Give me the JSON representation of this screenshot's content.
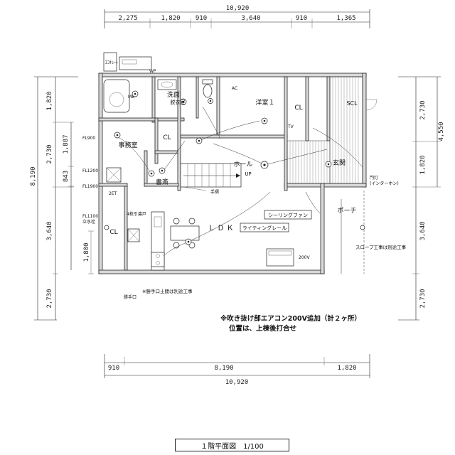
{
  "top_dimensions": {
    "total": "10,920",
    "segments": [
      "2,275",
      "1,820",
      "910",
      "3,640",
      "910",
      "1,365"
    ]
  },
  "bottom_dimensions": {
    "total": "10,920",
    "segments": [
      "910",
      "8,190",
      "1,820"
    ]
  },
  "left_dimensions": {
    "total": "8,190",
    "outer": [
      "1,820",
      "2,730",
      "3,640",
      "2,730"
    ],
    "inner": [
      "1,887",
      "843",
      "1,800"
    ]
  },
  "right_dimensions": {
    "total": "4,550",
    "outer": [
      "2,730",
      "1,820",
      "3,640",
      "2,730"
    ]
  },
  "rooms": {
    "washroom": "洗面",
    "dressing": "脱衣室",
    "western1": "洋室１",
    "office": "事務室",
    "hall": "ホール",
    "entrance": "玄関",
    "study": "書斎",
    "ldk": "ＬＤＫ",
    "porch": "ポーチ",
    "closet_a": "CL",
    "closet_b": "CL",
    "closet_c": "CL",
    "shoe_closet": "SCL",
    "up": "UP"
  },
  "labels": {
    "ecocute": "ｴｺｷｭｰﾄ",
    "mb": "MB",
    "handrail": "手摺",
    "ceiling_fan": "シーリングファン",
    "lighting_rail": "ライティングレール",
    "sliding_door": "4枚引違戸",
    "gate_light": "門灯",
    "intercom": "(インターホン)",
    "slope_note": "スロープ工事は別途工事",
    "drain_note": "※勝手口土間は別途工事",
    "back_door": "勝手口",
    "faucet": "立水栓",
    "ac_200v": "200V",
    "fl_900": "FL900",
    "fl_1200": "FL1200",
    "fl_1900": "FL1900",
    "fl_1100": "FL1100",
    "tv": "TV",
    "ac": "AC",
    "wp": "WP",
    "et": "2ET"
  },
  "notes": {
    "line1": "※吹き抜け部エアコン200V追加（計２ヶ所）",
    "line2": "位置は、上棟後打合せ"
  },
  "caption": "１階平面図　1/100"
}
